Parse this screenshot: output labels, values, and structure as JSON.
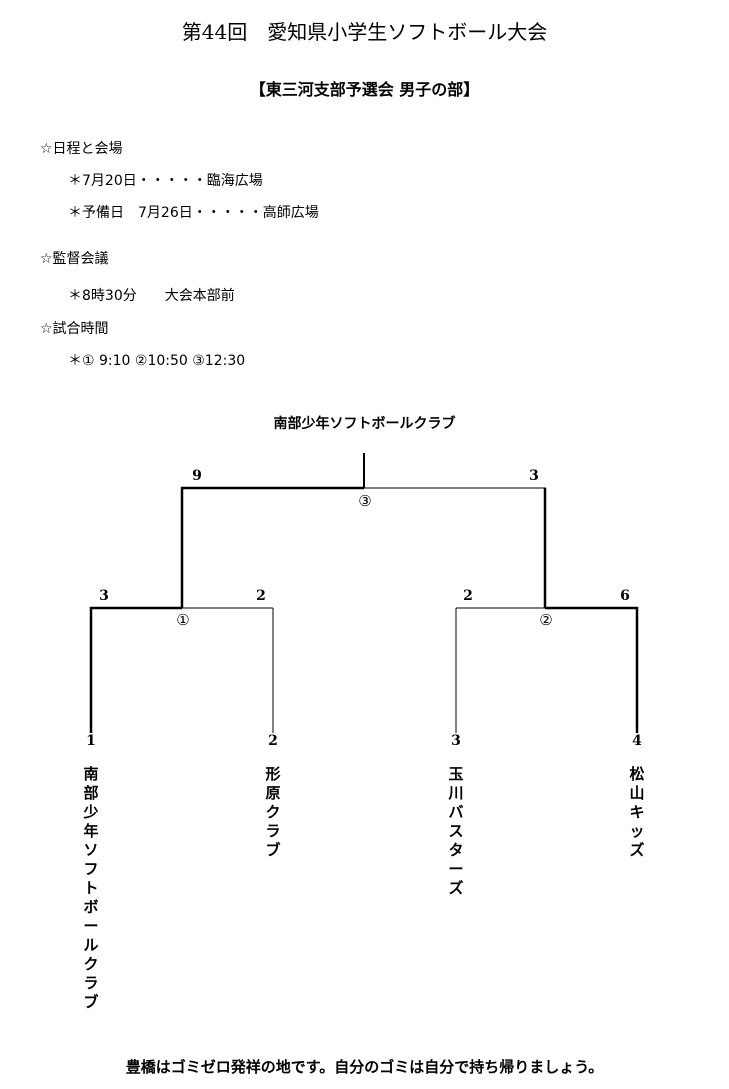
{
  "title": "第44回　愛知県小学生ソフトボール大会",
  "subtitle": "【東三河支部予選会 男子の部】",
  "schedule": {
    "heading": "☆日程と会場",
    "lines": [
      "＊7月20日・・・・・臨海広場",
      "＊予備日　7月26日・・・・・高師広場"
    ]
  },
  "meeting": {
    "heading": "☆監督会議",
    "lines": [
      "＊8時30分　　大会本部前"
    ]
  },
  "match_times": {
    "heading": "☆試合時間",
    "lines": [
      "＊① 9:10 ②10:50 ③12:30"
    ]
  },
  "bracket": {
    "champion": "南部少年ソフトボールクラブ",
    "final": {
      "label": "③",
      "score_left": "9",
      "score_right": "3"
    },
    "semi1": {
      "label": "①",
      "score_left": "3",
      "score_right": "2"
    },
    "semi2": {
      "label": "②",
      "score_left": "2",
      "score_right": "6"
    },
    "teams": [
      {
        "seed": "1",
        "name": "南部少年ソフトボールクラブ"
      },
      {
        "seed": "2",
        "name": "形原クラブ"
      },
      {
        "seed": "3",
        "name": "玉川バスターズ"
      },
      {
        "seed": "4",
        "name": "松山キッズ"
      }
    ]
  },
  "footer": "豊橋はゴミゼロ発祥の地です。自分のゴミは自分で持ち帰りましょう。"
}
